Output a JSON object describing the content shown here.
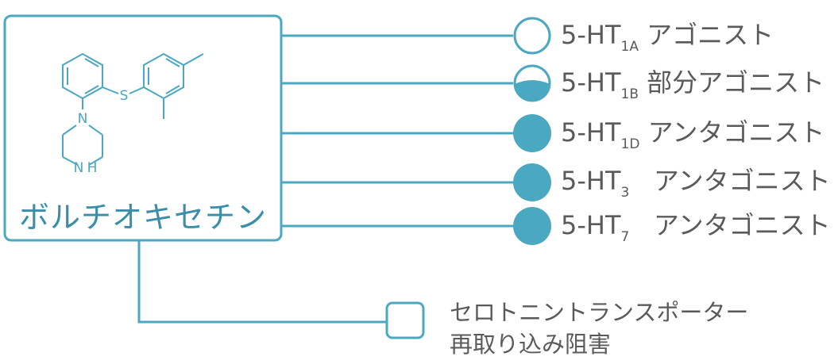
{
  "colors": {
    "accent": "#4aa8c0",
    "text": "#5a5a5a",
    "drug_text": "#3a8ea8",
    "fill": "#4aa8c0"
  },
  "drug": {
    "name": "ボルチオキセチン",
    "atom_s": "S",
    "atom_n1": "N",
    "atom_nh": "N",
    "atom_h": "H"
  },
  "receptors": [
    {
      "prefix": "5-HT",
      "sub": "1A",
      "action": "アゴニスト",
      "indicator": "empty",
      "fill_fraction": 0
    },
    {
      "prefix": "5-HT",
      "sub": "1B",
      "action": "部分アゴニスト",
      "indicator": "partial",
      "fill_fraction": 0.5
    },
    {
      "prefix": "5-HT",
      "sub": "1D",
      "action": "アンタゴニスト",
      "indicator": "full",
      "fill_fraction": 1
    },
    {
      "prefix": "5-HT",
      "sub": "3",
      "action": "アンタゴニスト",
      "indicator": "full",
      "fill_fraction": 1
    },
    {
      "prefix": "5-HT",
      "sub": "7",
      "action": "アンタゴニスト",
      "indicator": "full",
      "fill_fraction": 1
    }
  ],
  "transporter": {
    "line1": "セロトニントランスポーター",
    "line2": "再取り込み阻害",
    "indicator": "empty-square"
  }
}
